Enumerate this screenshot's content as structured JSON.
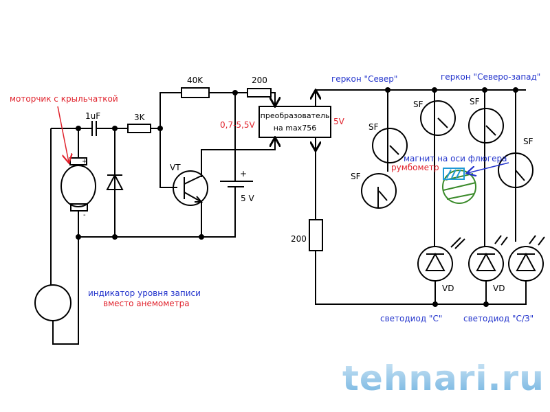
{
  "labels": {
    "motor": "моторчик с крыльчаткой",
    "capacitor": "1uF",
    "resistor_3k": "3K",
    "resistor_40k": "40K",
    "resistor_200_top": "200",
    "transistor": "VT",
    "battery": "5 V",
    "voltage_range": "0,7-5,5V",
    "converter_line1": "преобразователь",
    "converter_line2": "на max756",
    "output_voltage": "5V",
    "resistor_200_side": "200",
    "plus": "+",
    "minus": "-",
    "indicator_line1": "индикатор уровня записи",
    "indicator_line2": "вместо анемометра",
    "reed_north": "геркон \"Север\"",
    "reed_northwest": "геркон \"Северо-запад\"",
    "reed_switch": "SF",
    "magnet": "магнит на оси флюгера",
    "rumbometer": "румбометр",
    "led": "VD",
    "led_north": "светодиод \"С\"",
    "led_northwest": "светодиод \"С/З\"",
    "watermark": "tehnari.ru"
  },
  "colors": {
    "wire": "#000000",
    "annotation_red": "#e0202a",
    "annotation_blue": "#2233cc",
    "magnet_green": "#3a8a2a",
    "magnet_blue": "#1e9ad6"
  }
}
